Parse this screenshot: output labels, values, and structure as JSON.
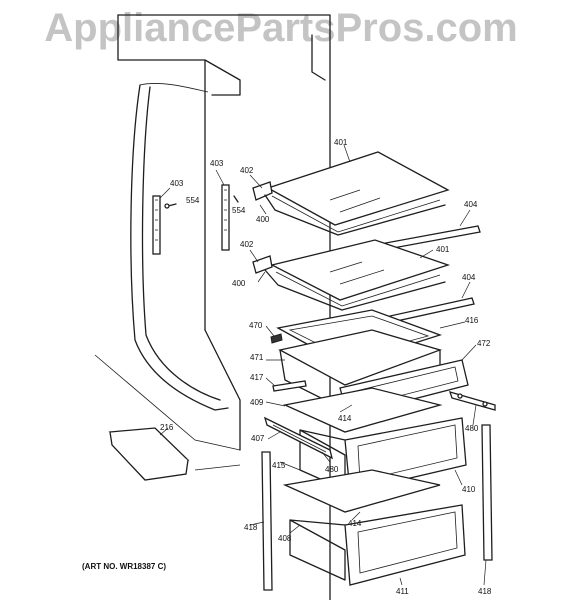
{
  "watermark": "AppliancePartsPros.com",
  "art_number": "(ART NO. WR18387 C)",
  "callouts": {
    "c401a": "401",
    "c401b": "401",
    "c402a": "402",
    "c402b": "402",
    "c400a": "400",
    "c400b": "400",
    "c403a": "403",
    "c403b": "403",
    "c554a": "554",
    "c554b": "554",
    "c404a": "404",
    "c404b": "404",
    "c470": "470",
    "c416": "416",
    "c471": "471",
    "c472": "472",
    "c417": "417",
    "c409": "409",
    "c414a": "414",
    "c414b": "414",
    "c480a": "480",
    "c480b": "480",
    "c407": "407",
    "c415": "415",
    "c410": "410",
    "c418a": "418",
    "c418b": "418",
    "c408": "408",
    "c411": "411",
    "c216": "216"
  }
}
